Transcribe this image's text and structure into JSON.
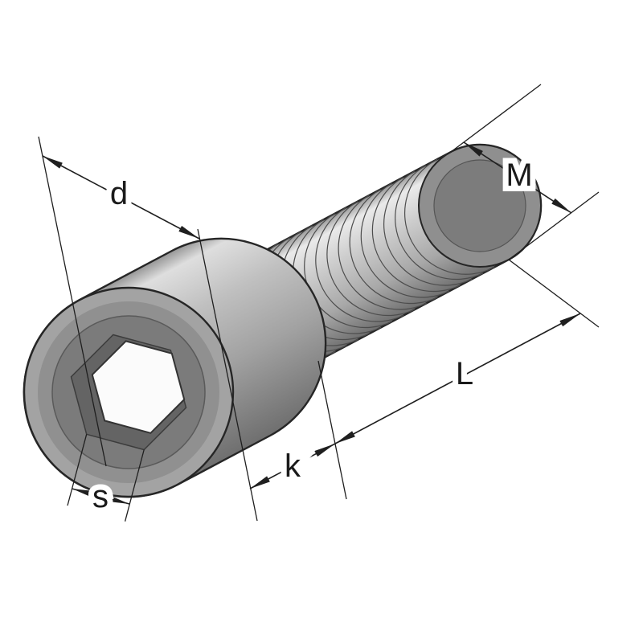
{
  "diagram": {
    "type": "technical_drawing",
    "subject": "Hex socket head cap screw shown in oblique projection with dimension lines",
    "background": "#ffffff",
    "line_color": "#1f1f1f",
    "metal_shades": {
      "highlight": "#eaeaea",
      "mid": "#a6a6a6",
      "dark": "#6f6f6f",
      "face": "#a3a3a3",
      "recess": "#7b7b7b",
      "socket_wall": "#646464",
      "socket_bottom": "#fbfbfb"
    },
    "labels": {
      "head_diameter": "d",
      "thread": "M",
      "length": "L",
      "head_height": "k",
      "socket_width": "s"
    }
  }
}
